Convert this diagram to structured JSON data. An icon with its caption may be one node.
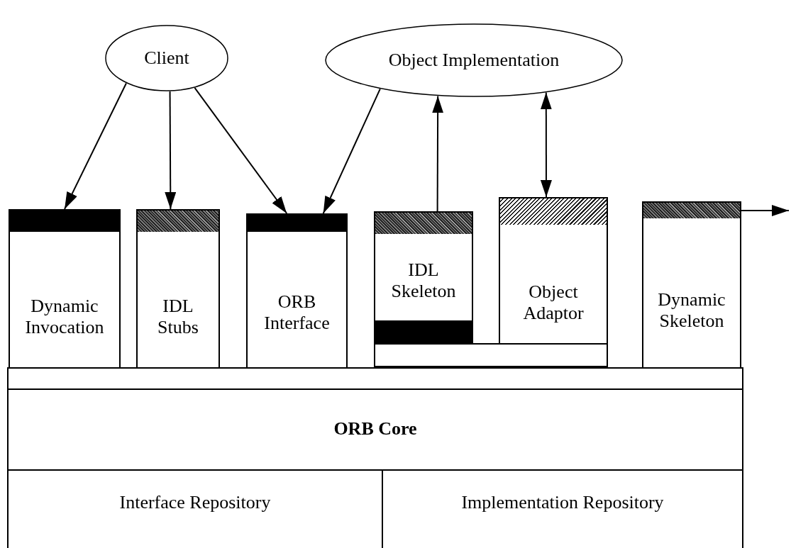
{
  "diagram": {
    "nodes": [
      {
        "text": [
          "Client"
        ]
      },
      {
        "text": [
          "Object Implementation"
        ]
      },
      {
        "text": [
          "Dynamic Invocation"
        ]
      },
      {
        "text": [
          "IDL Stubs"
        ]
      },
      {
        "text": [
          "ORB Interface"
        ]
      },
      {
        "text": [
          "IDL Skeleton"
        ]
      },
      {
        "text": [
          "Object Adaptor"
        ]
      },
      {
        "text": [
          "Dynamic Skeleton"
        ]
      },
      {
        "text": [],
        "shape": "box"
      },
      {
        "text": [],
        "shape": "box"
      },
      {
        "text": [
          "ORB Core"
        ]
      },
      {
        "text": [
          "Interface Repository"
        ]
      },
      {
        "text": [
          "Implementation Repository"
        ]
      }
    ],
    "edges": [
      {
        "from": 0,
        "to": 2,
        "arrow": "to"
      },
      {
        "from": 0,
        "to": 3,
        "arrow": "to"
      },
      {
        "from": 0,
        "to": 4,
        "arrow": "to"
      },
      {
        "from": 1,
        "to": 4,
        "arrow": "to"
      },
      {
        "from": 5,
        "to": 1,
        "arrow": "to"
      },
      {
        "from": 1,
        "to": 6,
        "arrow": "both"
      },
      {
        "from": 7,
        "to": null,
        "arrow": "to"
      }
    ]
  }
}
